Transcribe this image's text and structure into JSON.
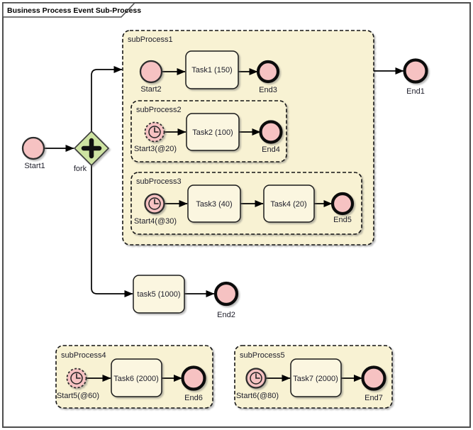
{
  "frame": {
    "title": "Business Process Event Sub-Process"
  },
  "palette": {
    "event_fill": "#f6c2c2",
    "subprocess_fill": "#f8f2d3",
    "task_fill": "#fbf6e0",
    "gateway_fill": "#cee3a2"
  },
  "nodes": {
    "start1": {
      "label": "Start1",
      "type": "start event"
    },
    "fork": {
      "label": "fork",
      "type": "parallel gateway fork"
    },
    "end1": {
      "label": "End1",
      "type": "end event"
    },
    "subprocess1": {
      "label": "subProcess1",
      "type": "sub-process"
    },
    "start2": {
      "label": "Start2",
      "type": "start event"
    },
    "task1": {
      "label": "Task1 (150)",
      "type": "task"
    },
    "end3": {
      "label": "End3",
      "type": "end event"
    },
    "subprocess2": {
      "label": "subProcess2",
      "type": "event sub-process"
    },
    "start3": {
      "label": "Start3(@20)",
      "type": "timer start event non-interrupting"
    },
    "task2": {
      "label": "Task2 (100)",
      "type": "task"
    },
    "end4": {
      "label": "End4",
      "type": "end event"
    },
    "subprocess3": {
      "label": "subProcess3",
      "type": "event sub-process"
    },
    "start4": {
      "label": "Start4(@30)",
      "type": "timer start event"
    },
    "task3": {
      "label": "Task3 (40)",
      "type": "task"
    },
    "task4": {
      "label": "Task4 (20)",
      "type": "task"
    },
    "end5": {
      "label": "End5",
      "type": "end event"
    },
    "task5": {
      "label": "task5 (1000)",
      "type": "task"
    },
    "end2": {
      "label": "End2",
      "type": "end event"
    },
    "subprocess4": {
      "label": "subProcess4",
      "type": "event sub-process"
    },
    "start5": {
      "label": "Start5(@60)",
      "type": "timer start event non-interrupting"
    },
    "task6": {
      "label": "Task6 (2000)",
      "type": "task"
    },
    "end6": {
      "label": "End6",
      "type": "end event"
    },
    "subprocess5": {
      "label": "subProcess5",
      "type": "event sub-process"
    },
    "start6": {
      "label": "Start6(@80)",
      "type": "timer start event"
    },
    "task7": {
      "label": "Task7 (2000)",
      "type": "task"
    },
    "end7": {
      "label": "End7",
      "type": "end event"
    }
  }
}
